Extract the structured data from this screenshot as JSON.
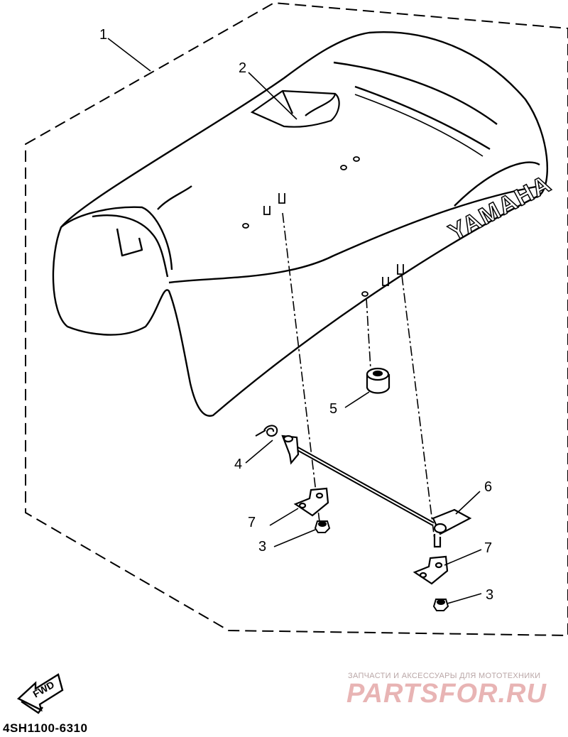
{
  "diagram": {
    "callouts": [
      {
        "label": "1"
      },
      {
        "label": "2"
      },
      {
        "label": "3"
      },
      {
        "label": "3"
      },
      {
        "label": "4"
      },
      {
        "label": "5"
      },
      {
        "label": "6"
      },
      {
        "label": "7"
      },
      {
        "label": "7"
      }
    ],
    "brand_text": "YAMAHA",
    "fwd_label": "FWD",
    "part_code": "4SH1100-6310"
  },
  "watermark": {
    "tagline": "ЗАПЧАСТИ И АКСЕССУАРЫ ДЛЯ МОТОТЕХНИКИ",
    "logo_text": "PARTSFOR.RU"
  }
}
